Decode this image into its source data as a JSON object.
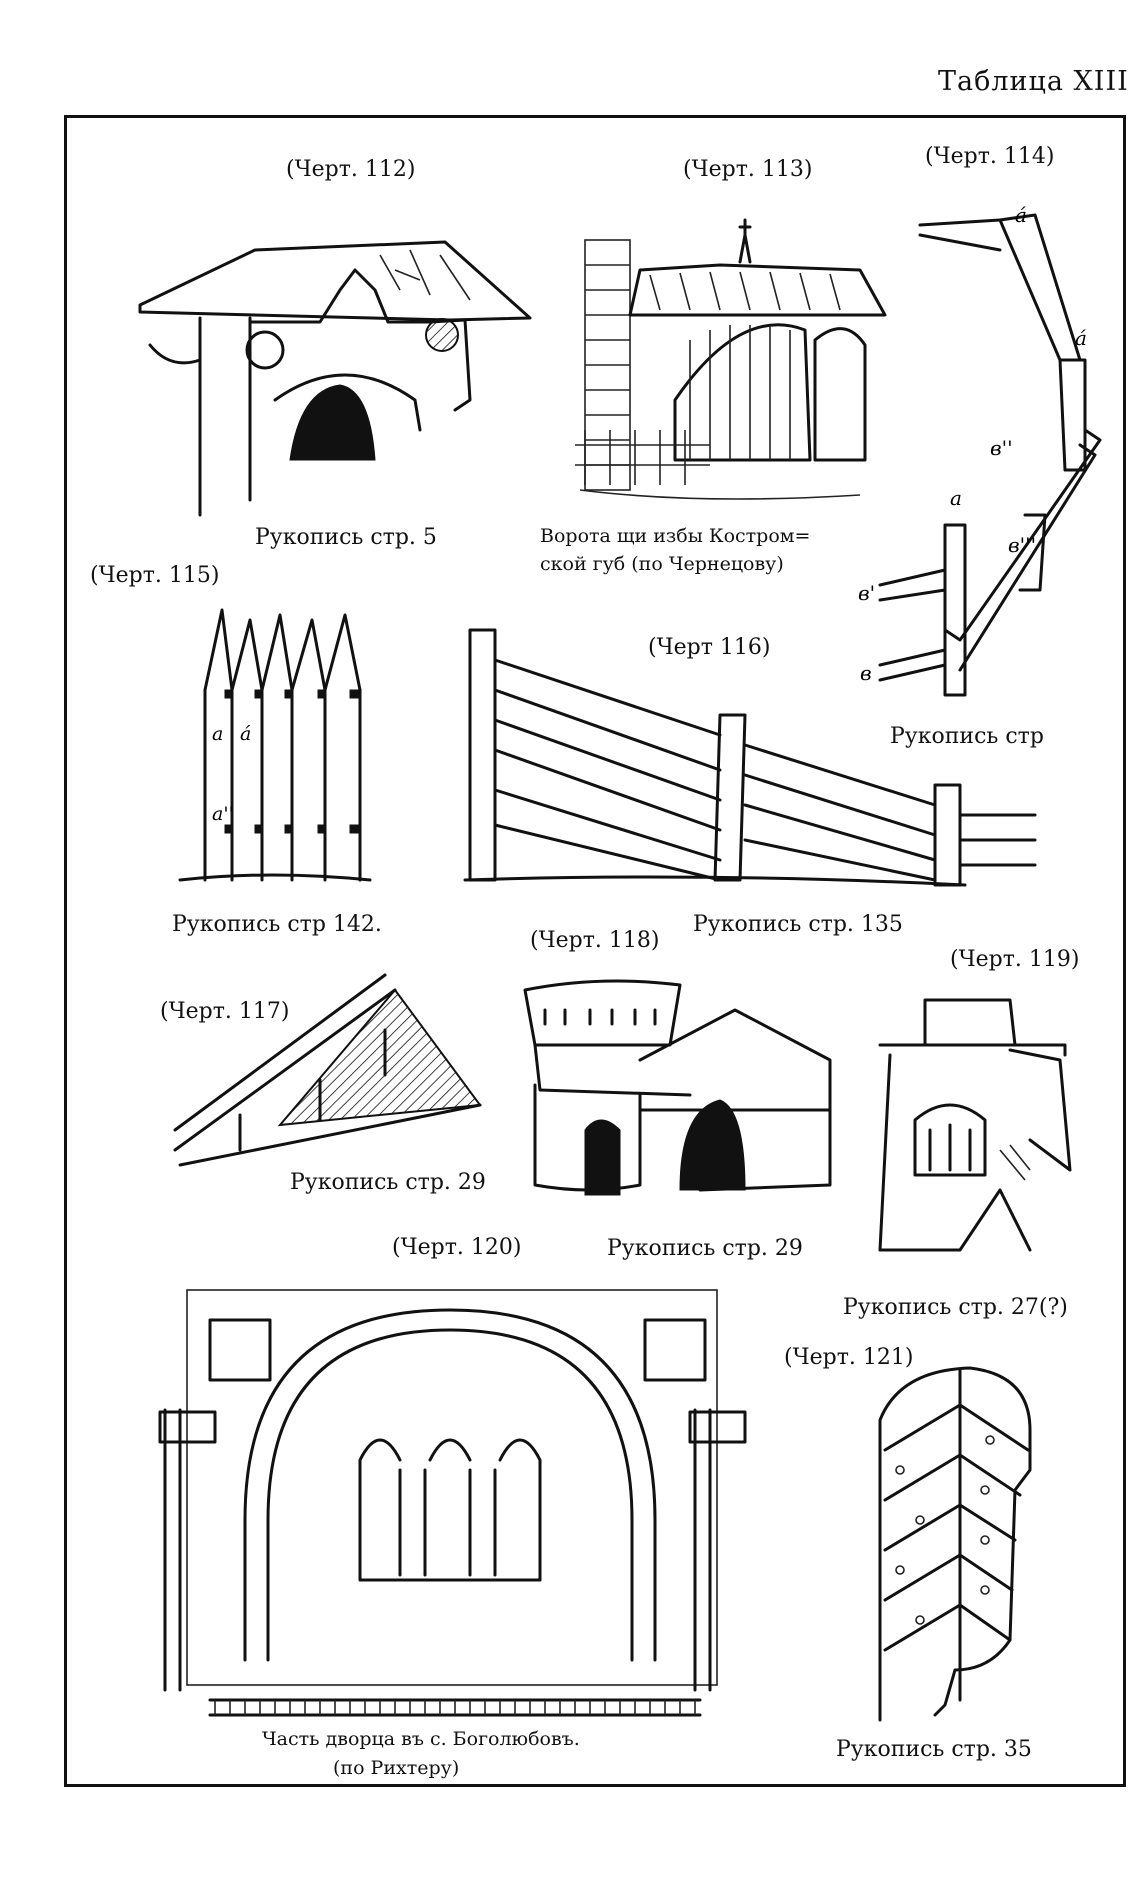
{
  "plate": {
    "title": "Таблица XIII"
  },
  "figures": [
    {
      "id": "112",
      "label": "(Черт. 112)",
      "caption": "Рукопись стр. 5"
    },
    {
      "id": "113",
      "label": "(Черт. 113)",
      "caption_line1": "Ворота щи избы Костром=",
      "caption_line2": "ской губ (по Чернецову)"
    },
    {
      "id": "114",
      "label": "(Черт. 114)",
      "caption": "Рукопись стр",
      "letters": [
        "а",
        "а́",
        "в",
        "в'",
        "в''",
        "в'''"
      ]
    },
    {
      "id": "115",
      "label": "(Черт. 115)",
      "caption": "Рукопись стр 142.",
      "letters": [
        "а",
        "а́",
        "а''"
      ]
    },
    {
      "id": "116",
      "label": "(Черт 116)",
      "caption": "Рукопись стр. 135"
    },
    {
      "id": "117",
      "label": "(Черт. 117)",
      "caption": "Рукопись стр. 29"
    },
    {
      "id": "118",
      "label": "(Черт. 118)",
      "caption": "Рукопись стр. 29"
    },
    {
      "id": "119",
      "label": "(Черт. 119)",
      "caption": "Рукопись стр. 27(?)"
    },
    {
      "id": "120",
      "label": "(Черт. 120)",
      "caption_line1": "Часть дворца въ с. Боголюбовъ.",
      "caption_line2": "(по Рихтеру)"
    },
    {
      "id": "121",
      "label": "(Черт. 121)",
      "caption": "Рукопись стр. 35"
    }
  ]
}
